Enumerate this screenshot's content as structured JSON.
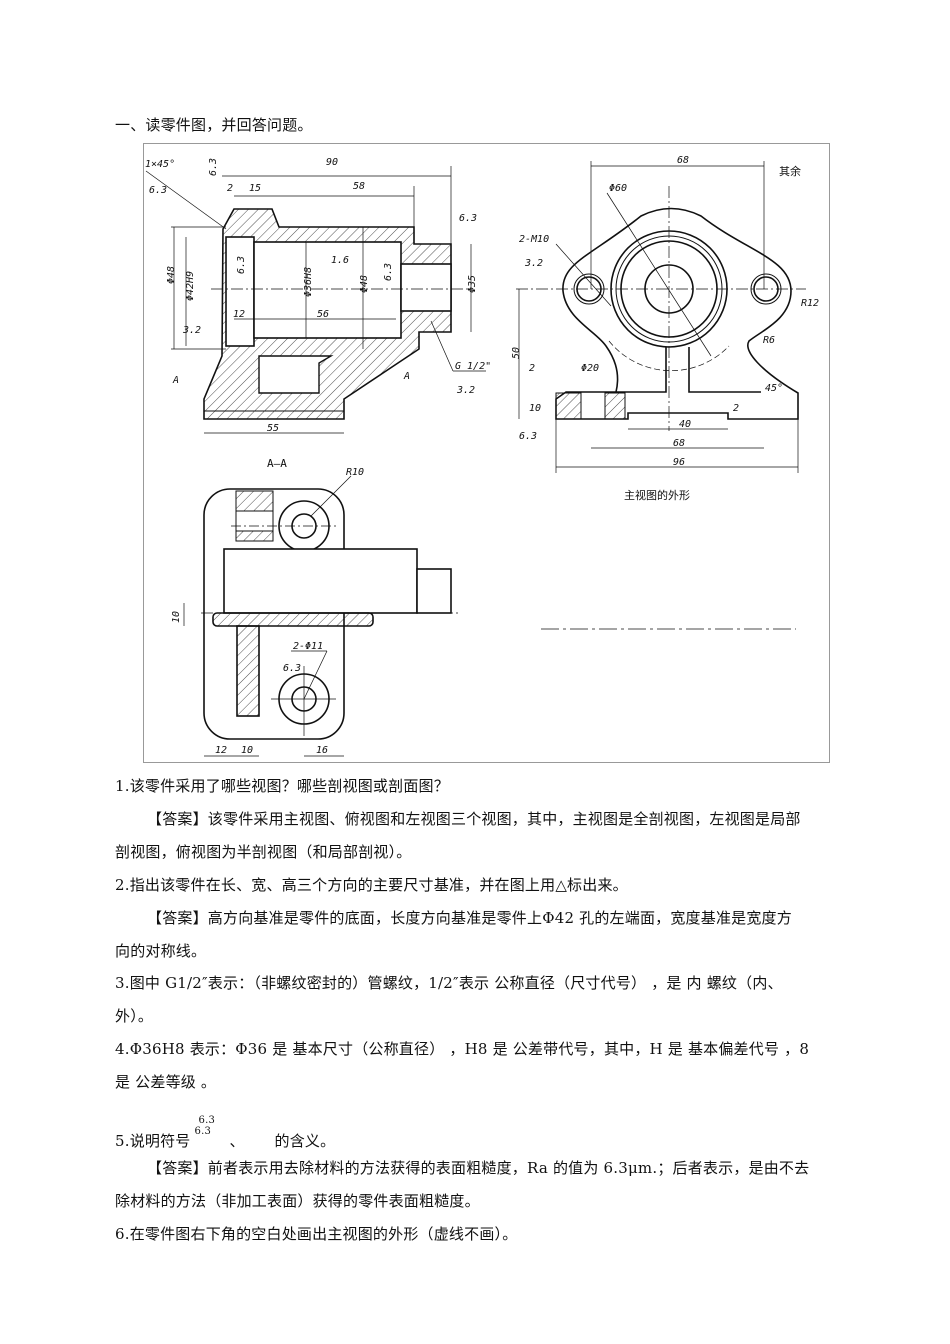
{
  "heading": "一、读零件图，并回答问题。",
  "drawing": {
    "section_view": {
      "title": "A—A",
      "labels": [
        "1×45°",
        "6.3",
        "6.3",
        "90",
        "2",
        "15",
        "58",
        "6.3",
        "Φ48",
        "Φ42H9",
        "6.3",
        "Φ36H8",
        "1.6",
        "Φ48",
        "6.3",
        "Φ35",
        "12",
        "56",
        "3.2",
        "G 1/2\"",
        "3.2",
        "A",
        "A",
        "55"
      ]
    },
    "front_view": {
      "caption": "主视图的外形",
      "labels": [
        "68",
        "其余",
        "Φ60",
        "2-M10",
        "3.2",
        "R12",
        "R6",
        "50",
        "2",
        "Φ20",
        "10",
        "45°",
        "2",
        "6.3",
        "40",
        "68",
        "96"
      ]
    },
    "top_view": {
      "labels": [
        "R10",
        "10",
        "2-Φ11",
        "6.3",
        "12",
        "10",
        "16"
      ]
    }
  },
  "questions": [
    {
      "q": "1.该零件采用了哪些视图？哪些剖视图或剖面图？",
      "a1": "【答案】该零件采用主视图、俯视图和左视图三个视图，其中，主视图是全剖视图，左视图是局部",
      "a2": "剖视图，俯视图为半剖视图（和局部剖视）。"
    },
    {
      "q": "2.指出该零件在长、宽、高三个方向的主要尺寸基准，并在图上用△标出来。",
      "a1": "【答案】高方向基准是零件的底面，长度方向基准是零件上Φ42 孔的左端面，宽度基准是宽度方",
      "a2": "向的对称线。"
    },
    {
      "q": "3.图中 G1/2″表示：（非螺纹密封的）管螺纹，1/2″表示 公称直径（尺寸代号） ，是 内 螺纹（内、",
      "q2": "外）。"
    },
    {
      "q": "4.Φ36H8 表示：Φ36 是 基本尺寸（公称直径） ，H8 是 公差带代号，其中，H 是  基本偏差代号 ，8",
      "q2": "  是 公差等级   。"
    },
    {
      "q_pre": "5.说明符号",
      "sym_top": "6.3",
      "sym_bot": "6.3",
      "q_post": " 、      的含义。",
      "a1": "【答案】前者表示用去除材料的方法获得的表面粗糙度，Ra 的值为 6.3μm.；后者表示，是由不去",
      "a2": "除材料的方法（非加工表面）获得的零件表面粗糙度。"
    },
    {
      "q": "6.在零件图右下角的空白处画出主视图的外形（虚线不画）。"
    }
  ]
}
